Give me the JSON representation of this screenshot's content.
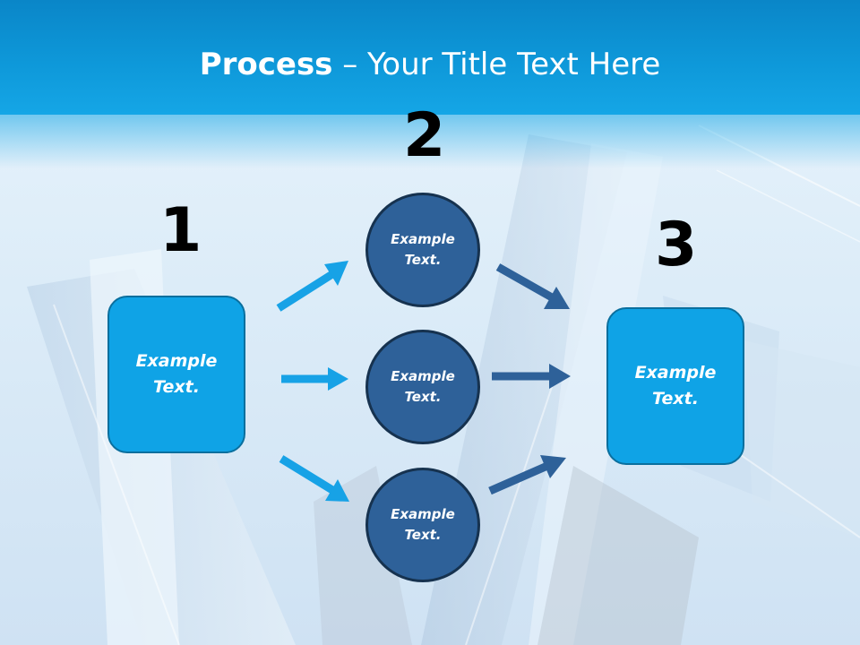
{
  "title": {
    "bold": "Process",
    "rest": " – Your Title Text Here"
  },
  "steps": {
    "one": "1",
    "two": "2",
    "three": "3"
  },
  "nodes": {
    "left_box": "Example Text.",
    "circle_top": "Example Text.",
    "circle_middle": "Example Text.",
    "circle_bottom": "Example Text.",
    "right_box": "Example Text."
  },
  "colors": {
    "light_arrow": "#17a2e6",
    "dark_arrow": "#2e6199",
    "box": "#0fa3e6",
    "circle": "#2e6199"
  }
}
